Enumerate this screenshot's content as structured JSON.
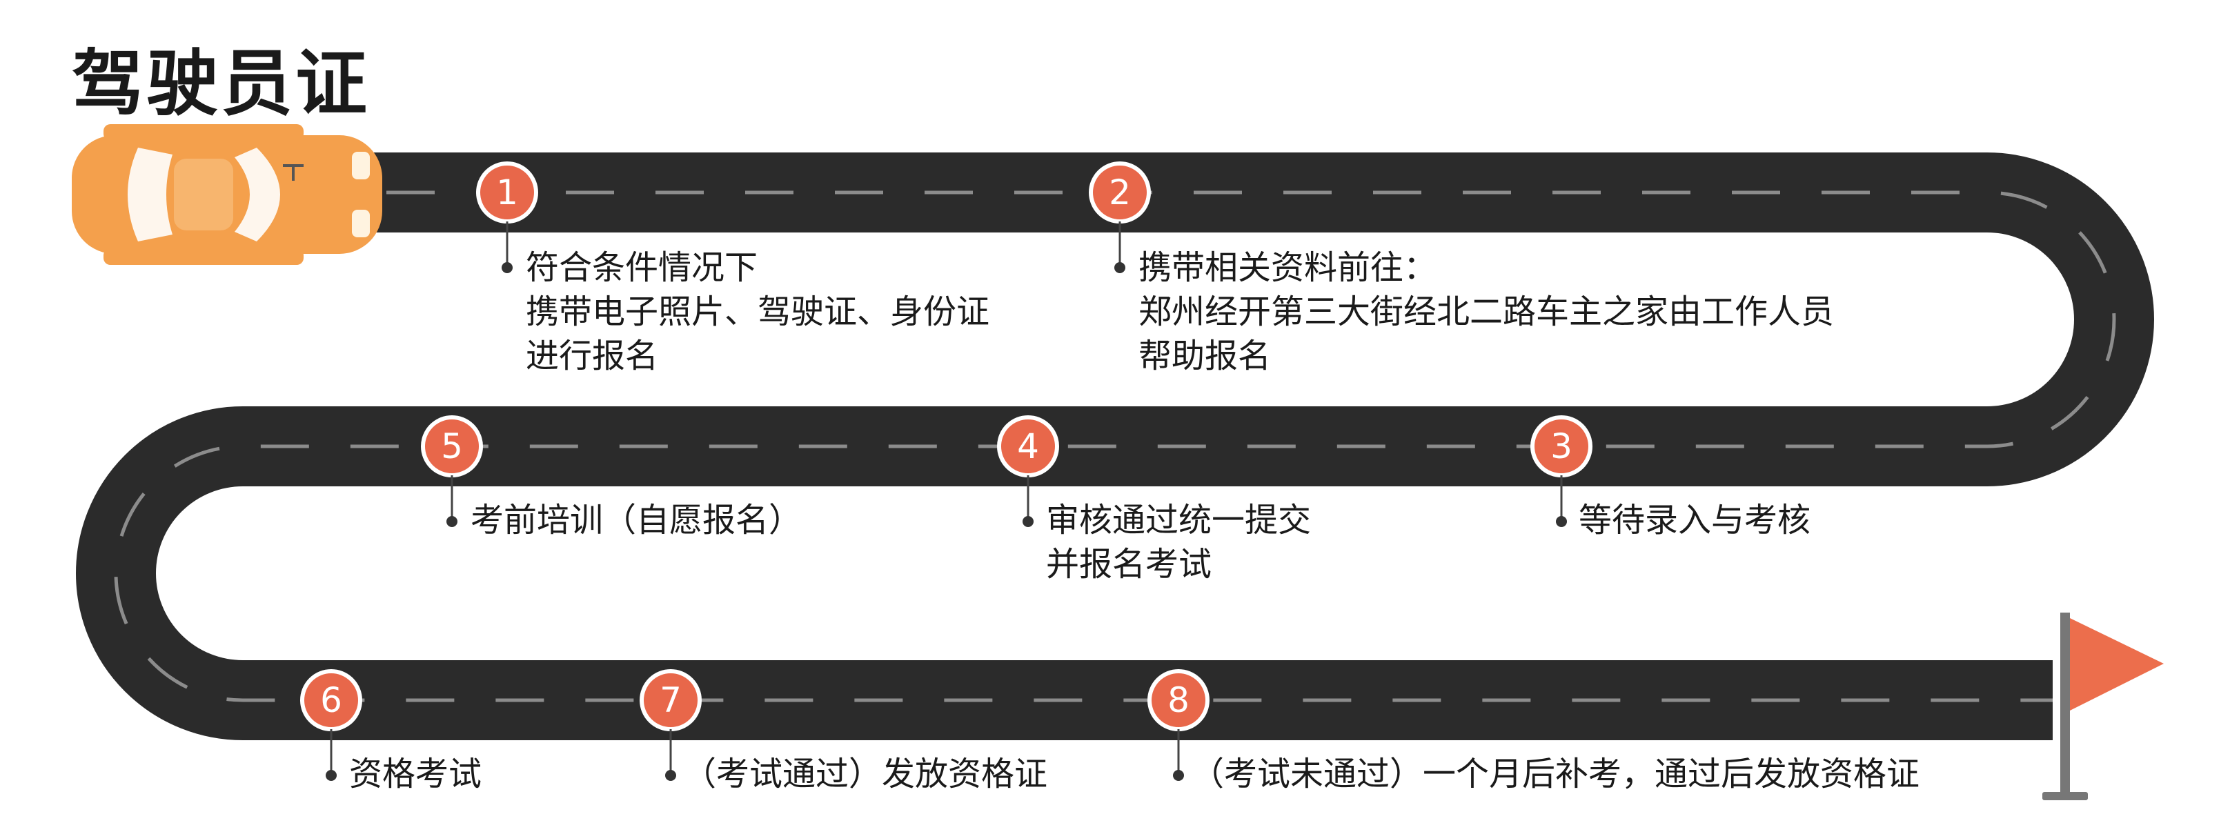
{
  "title": "驾驶员证",
  "steps": [
    {
      "number": "1",
      "lines": [
        "符合条件情况下",
        "携带电子照片、驾驶证、身份证",
        "进行报名"
      ]
    },
    {
      "number": "2",
      "lines": [
        "携带相关资料前往：",
        "郑州经开第三大街经北二路车主之家由工作人员",
        "帮助报名"
      ]
    },
    {
      "number": "3",
      "lines": [
        "等待录入与考核"
      ]
    },
    {
      "number": "4",
      "lines": [
        "审核通过统一提交",
        "并报名考试"
      ]
    },
    {
      "number": "5",
      "lines": [
        "考前培训（自愿报名）"
      ]
    },
    {
      "number": "6",
      "lines": [
        "资格考试"
      ]
    },
    {
      "number": "7",
      "lines": [
        "（考试通过）发放资格证"
      ]
    },
    {
      "number": "8",
      "lines": [
        "（考试未通过）一个月后补考，通过后发放资格证"
      ]
    }
  ],
  "colors": {
    "road": "#2b2b2b",
    "marker": "#e8674a",
    "car": "#f4a04c",
    "flag": "#ec6e4c",
    "pole": "#777777"
  },
  "icons": {
    "start": "car-icon",
    "finish": "flag-icon"
  }
}
